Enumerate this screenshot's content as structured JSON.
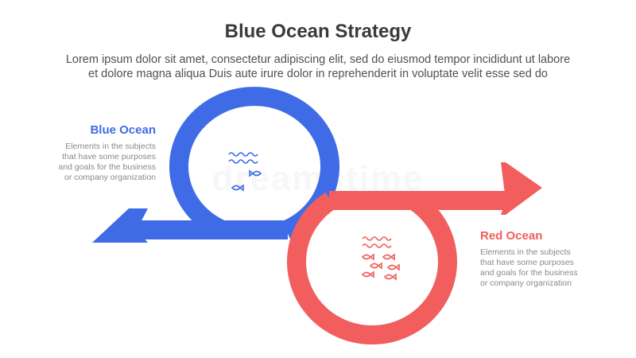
{
  "title": "Blue Ocean Strategy",
  "subtitle_lines": [
    "Lorem ipsum dolor sit amet, consectetur adipiscing elit, sed do eiusmod tempor incididunt ut labore",
    "et dolore magna aliqua Duis aute irure dolor in reprehenderit in voluptate velit esse sed do"
  ],
  "blue": {
    "title": "Blue Ocean",
    "color": "#3f6ce6",
    "desc_lines": [
      "Elements in the subjects",
      "that have some purposes",
      "and goals for the business",
      "or company organization"
    ]
  },
  "red": {
    "title": "Red Ocean",
    "color": "#f25e5e",
    "desc_lines": [
      "Elements in the subjects",
      "that have some purposes",
      "and goals for the business",
      "or company organization"
    ]
  },
  "icons": {
    "blue_icon": "waves-and-fish-icon",
    "red_icon": "waves-and-school-of-fish-icon"
  },
  "watermark": "dreamstime"
}
